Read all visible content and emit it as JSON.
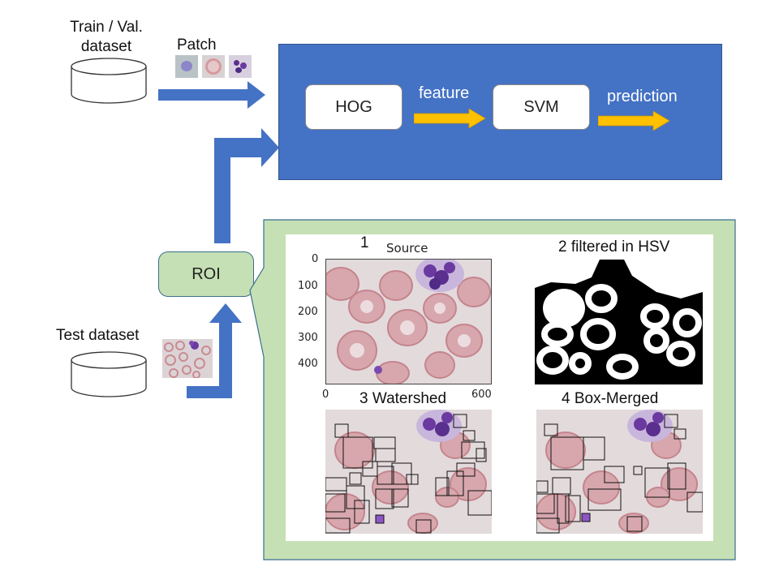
{
  "inputs": {
    "train_label": "Train / Val.\ndataset",
    "patch_label": "Patch",
    "test_label": "Test dataset"
  },
  "pipeline": {
    "hog": "HOG",
    "feature": "feature",
    "svm": "SVM",
    "prediction": "prediction"
  },
  "roi": {
    "label": "ROI"
  },
  "panels": {
    "source_number": "1",
    "source_title": "Source",
    "hsv_title": "2 filtered in HSV",
    "watershed_title": "3 Watershed",
    "merged_title": "4 Box-Merged",
    "y_ticks": [
      "0",
      "100",
      "200",
      "300",
      "400"
    ],
    "x_ticks": [
      "0",
      "600"
    ]
  },
  "colors": {
    "blue_box": "#4472c4",
    "blue_arrow": "#4472c4",
    "yellow_arrow": "#ffc000",
    "green_panel": "#c5e0b4",
    "green_border": "#3b6e8f",
    "roi_fill": "#c5e0b4"
  }
}
